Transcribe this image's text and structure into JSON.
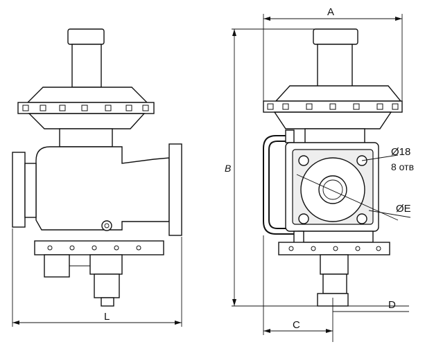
{
  "labels": {
    "dim_a": "A",
    "dim_b": "B",
    "dim_c": "C",
    "dim_d": "D",
    "dim_l": "L",
    "hole_diameter": "Ø18",
    "hole_count": "8 отв",
    "flange_diameter": "ØE"
  }
}
